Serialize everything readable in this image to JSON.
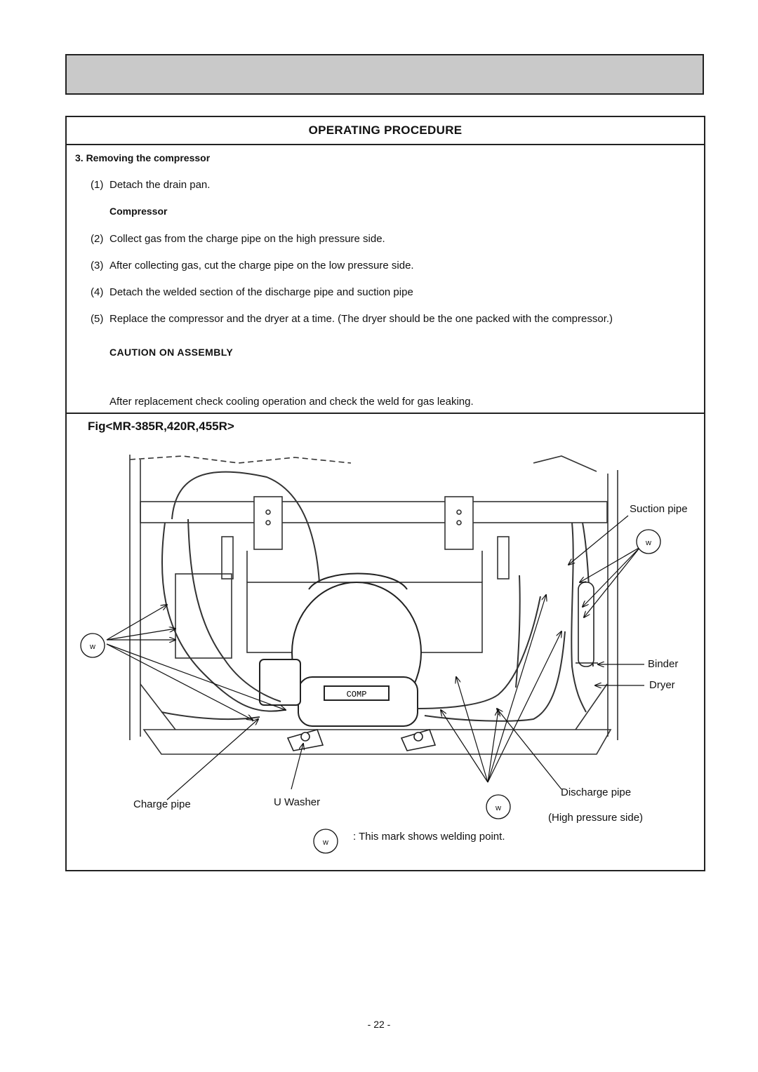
{
  "section_title": "OPERATING PROCEDURE",
  "section_heading": "3. Removing the compressor",
  "steps": [
    {
      "num": "(1)",
      "text": "Detach the drain pan."
    },
    {
      "num": "(2)",
      "text": "Collect gas from the charge pipe on the high pressure side."
    },
    {
      "num": "(3)",
      "text": "After collecting gas, cut the charge pipe on the low pressure side."
    },
    {
      "num": "(4)",
      "text": "Detach the welded section of the discharge pipe and suction pipe"
    },
    {
      "num": "(5)",
      "text": "Replace the compressor and the dryer at a time. (The dryer should be the one packed with the compressor.)"
    }
  ],
  "subheading": "Compressor",
  "caution_heading": "CAUTION  ON  ASSEMBLY",
  "caution_note": "After replacement check cooling operation and check the weld for gas leaking.",
  "figure": {
    "title": "Fig<MR-385R,420R,455R>",
    "labels": {
      "suction_pipe": "Suction pipe",
      "binder": "Binder",
      "dryer": "Dryer",
      "charge_pipe": "Charge pipe",
      "u_washer": "U Washer",
      "discharge_pipe": "Discharge pipe",
      "high_pressure_side": "(High pressure side)",
      "comp_plate": "COMP"
    },
    "weld_mark": "w",
    "legend_text": ": This mark shows welding point."
  },
  "page_number": "- 22 -"
}
